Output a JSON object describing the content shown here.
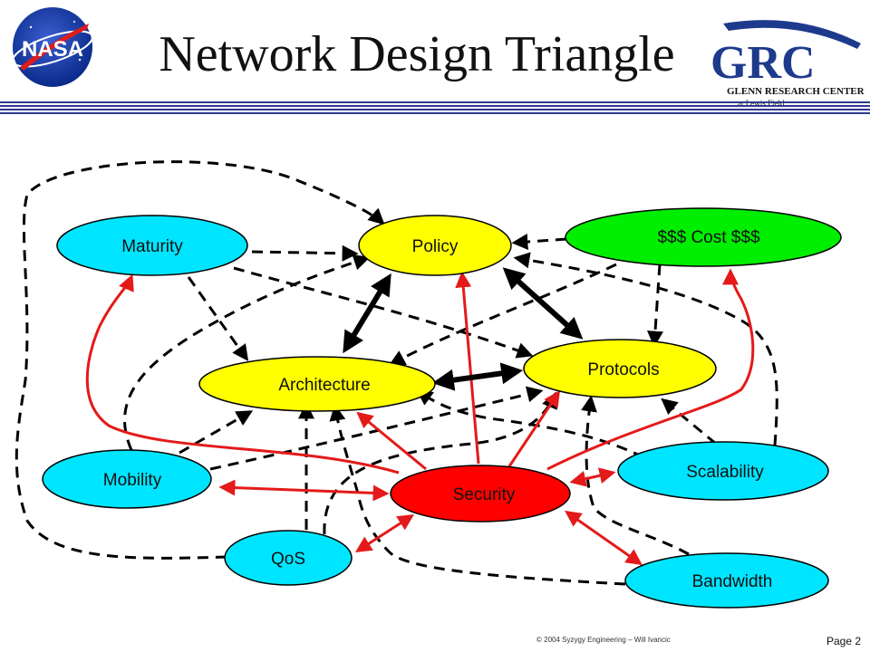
{
  "title": "Network Design Triangle",
  "logos": {
    "nasa": "NASA",
    "grc": "GRC",
    "grc_line1": "GLENN RESEARCH CENTER",
    "grc_line2": "at Lewis Field"
  },
  "nodes": {
    "maturity": "Maturity",
    "policy": "Policy",
    "cost": "$$$ Cost $$$",
    "architecture": "Architecture",
    "protocols": "Protocols",
    "mobility": "Mobility",
    "security": "Security",
    "scalability": "Scalability",
    "qos": "QoS",
    "bandwidth": "Bandwidth"
  },
  "colors": {
    "cyan": "#00e5ff",
    "yellow": "#ffff00",
    "green": "#00ee00",
    "red": "#ff0000",
    "arrow_red": "#e41a1a",
    "dashed": "#000000",
    "rule": "#2f3a8f"
  },
  "footer": {
    "copyright": "© 2004 Syzygy Engineering  – Will Ivancic",
    "page": "Page 2"
  }
}
